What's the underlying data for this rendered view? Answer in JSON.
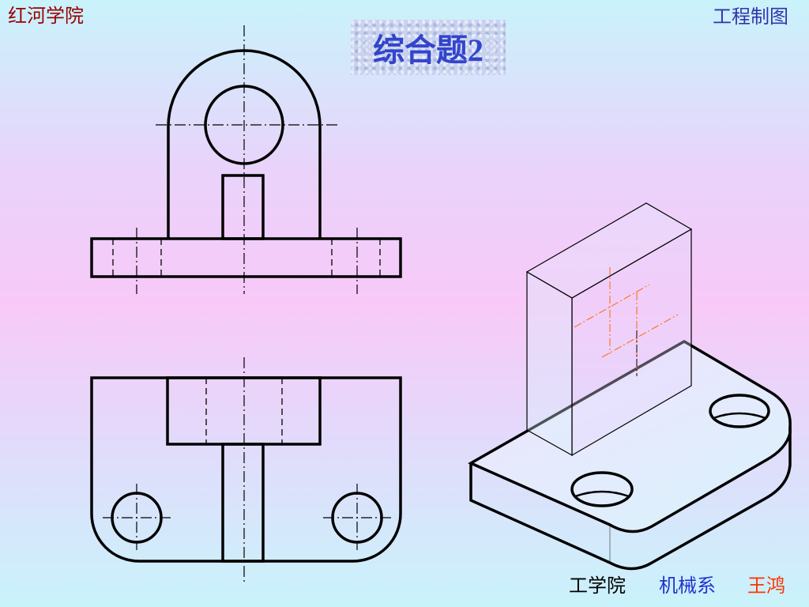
{
  "header": {
    "school": "红河学院",
    "course": "工程制图",
    "title": "综合题2"
  },
  "footer": {
    "part1": "工学院",
    "part2": "机械系",
    "part3": "王鸿"
  },
  "colors": {
    "school_text": "#990000",
    "course_text": "#3333aa",
    "title_text": "#3344cc",
    "footer_dept": "#2233cc",
    "footer_name": "#ff3300",
    "outline": "#000000",
    "sketch_line": "#ff6600"
  }
}
